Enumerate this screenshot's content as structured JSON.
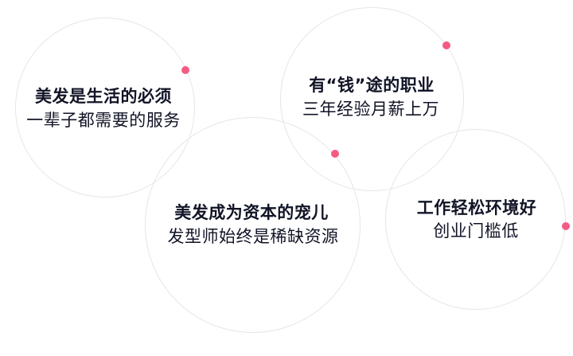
{
  "colors": {
    "background": "#ffffff",
    "circle_border": "#e6e6e8",
    "text": "#111426",
    "dot": "#f45b83"
  },
  "circles": [
    {
      "id": "essential",
      "title": "美发是生活的必须",
      "subtitle": "一辈子都需要的服务"
    },
    {
      "id": "money",
      "title": "有“钱”途的职业",
      "subtitle": "三年经验月薪上万"
    },
    {
      "id": "capital",
      "title": "美发成为资本的宠儿",
      "subtitle": "发型师始终是稀缺资源"
    },
    {
      "id": "easy",
      "title": "工作轻松环境好",
      "subtitle": "创业门槛低"
    }
  ]
}
